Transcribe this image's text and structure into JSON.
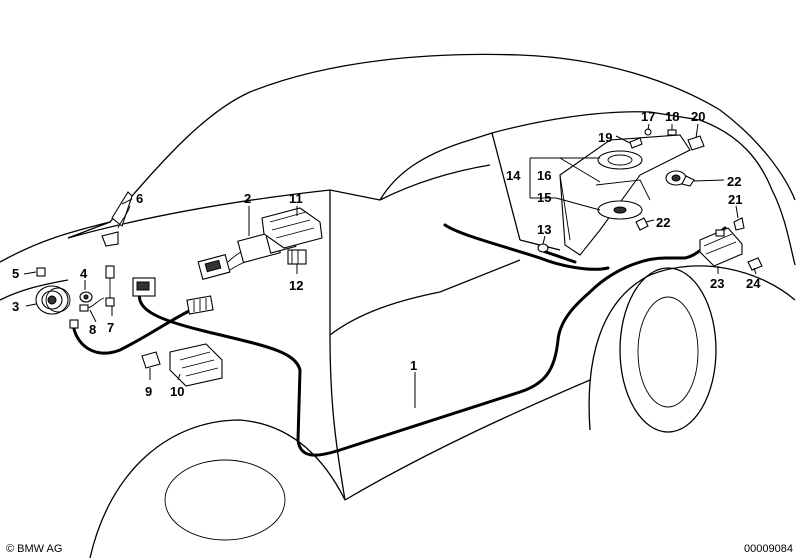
{
  "diagram": {
    "callouts": {
      "c1": "1",
      "c2": "2",
      "c3": "3",
      "c4": "4",
      "c5": "5",
      "c6": "6",
      "c7": "7",
      "c8": "8",
      "c9": "9",
      "c10": "10",
      "c11": "11",
      "c12": "12",
      "c13": "13",
      "c14": "14",
      "c15": "15",
      "c16": "16",
      "c17": "17",
      "c18": "18",
      "c19": "19",
      "c20": "20",
      "c21": "21",
      "c22a": "22",
      "c22b": "22",
      "c23": "23",
      "c24": "24"
    }
  },
  "footer": {
    "copyright": "© BMW AG",
    "doc_number": "00009084"
  }
}
